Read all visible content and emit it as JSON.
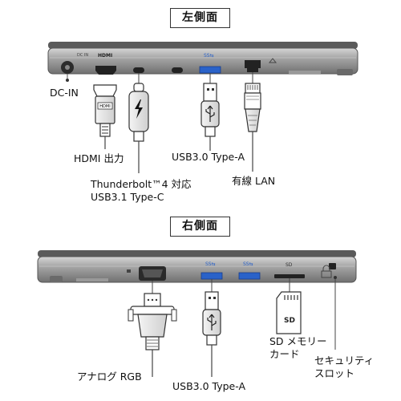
{
  "left_side": {
    "title": "左側面",
    "port_labels": {
      "dc_in": "DC-IN",
      "hdmi": "HDMI 出力",
      "thunderbolt_line1": "Thunderbolt™4 対応",
      "thunderbolt_line2": "USB3.1 Type-C",
      "usb_a": "USB3.0 Type-A",
      "lan": "有線 LAN"
    },
    "engraved": {
      "dc": "DC IN",
      "hdmi": "HDMI",
      "ss": "SS⇆"
    }
  },
  "right_side": {
    "title": "右側面",
    "port_labels": {
      "vga": "アナログ RGB",
      "usb_a": "USB3.0 Type-A",
      "sd_line1": "SD メモリー",
      "sd_line2": "カード",
      "lock_line1": "セキュリティ",
      "lock_line2": "スロット"
    },
    "engraved": {
      "ss1": "SS⇆",
      "ss2": "SS⇆",
      "sd": "SD"
    }
  },
  "icons": {
    "usb_port_color": "#2a62c9",
    "chassis_color": "#8a8a8a"
  }
}
